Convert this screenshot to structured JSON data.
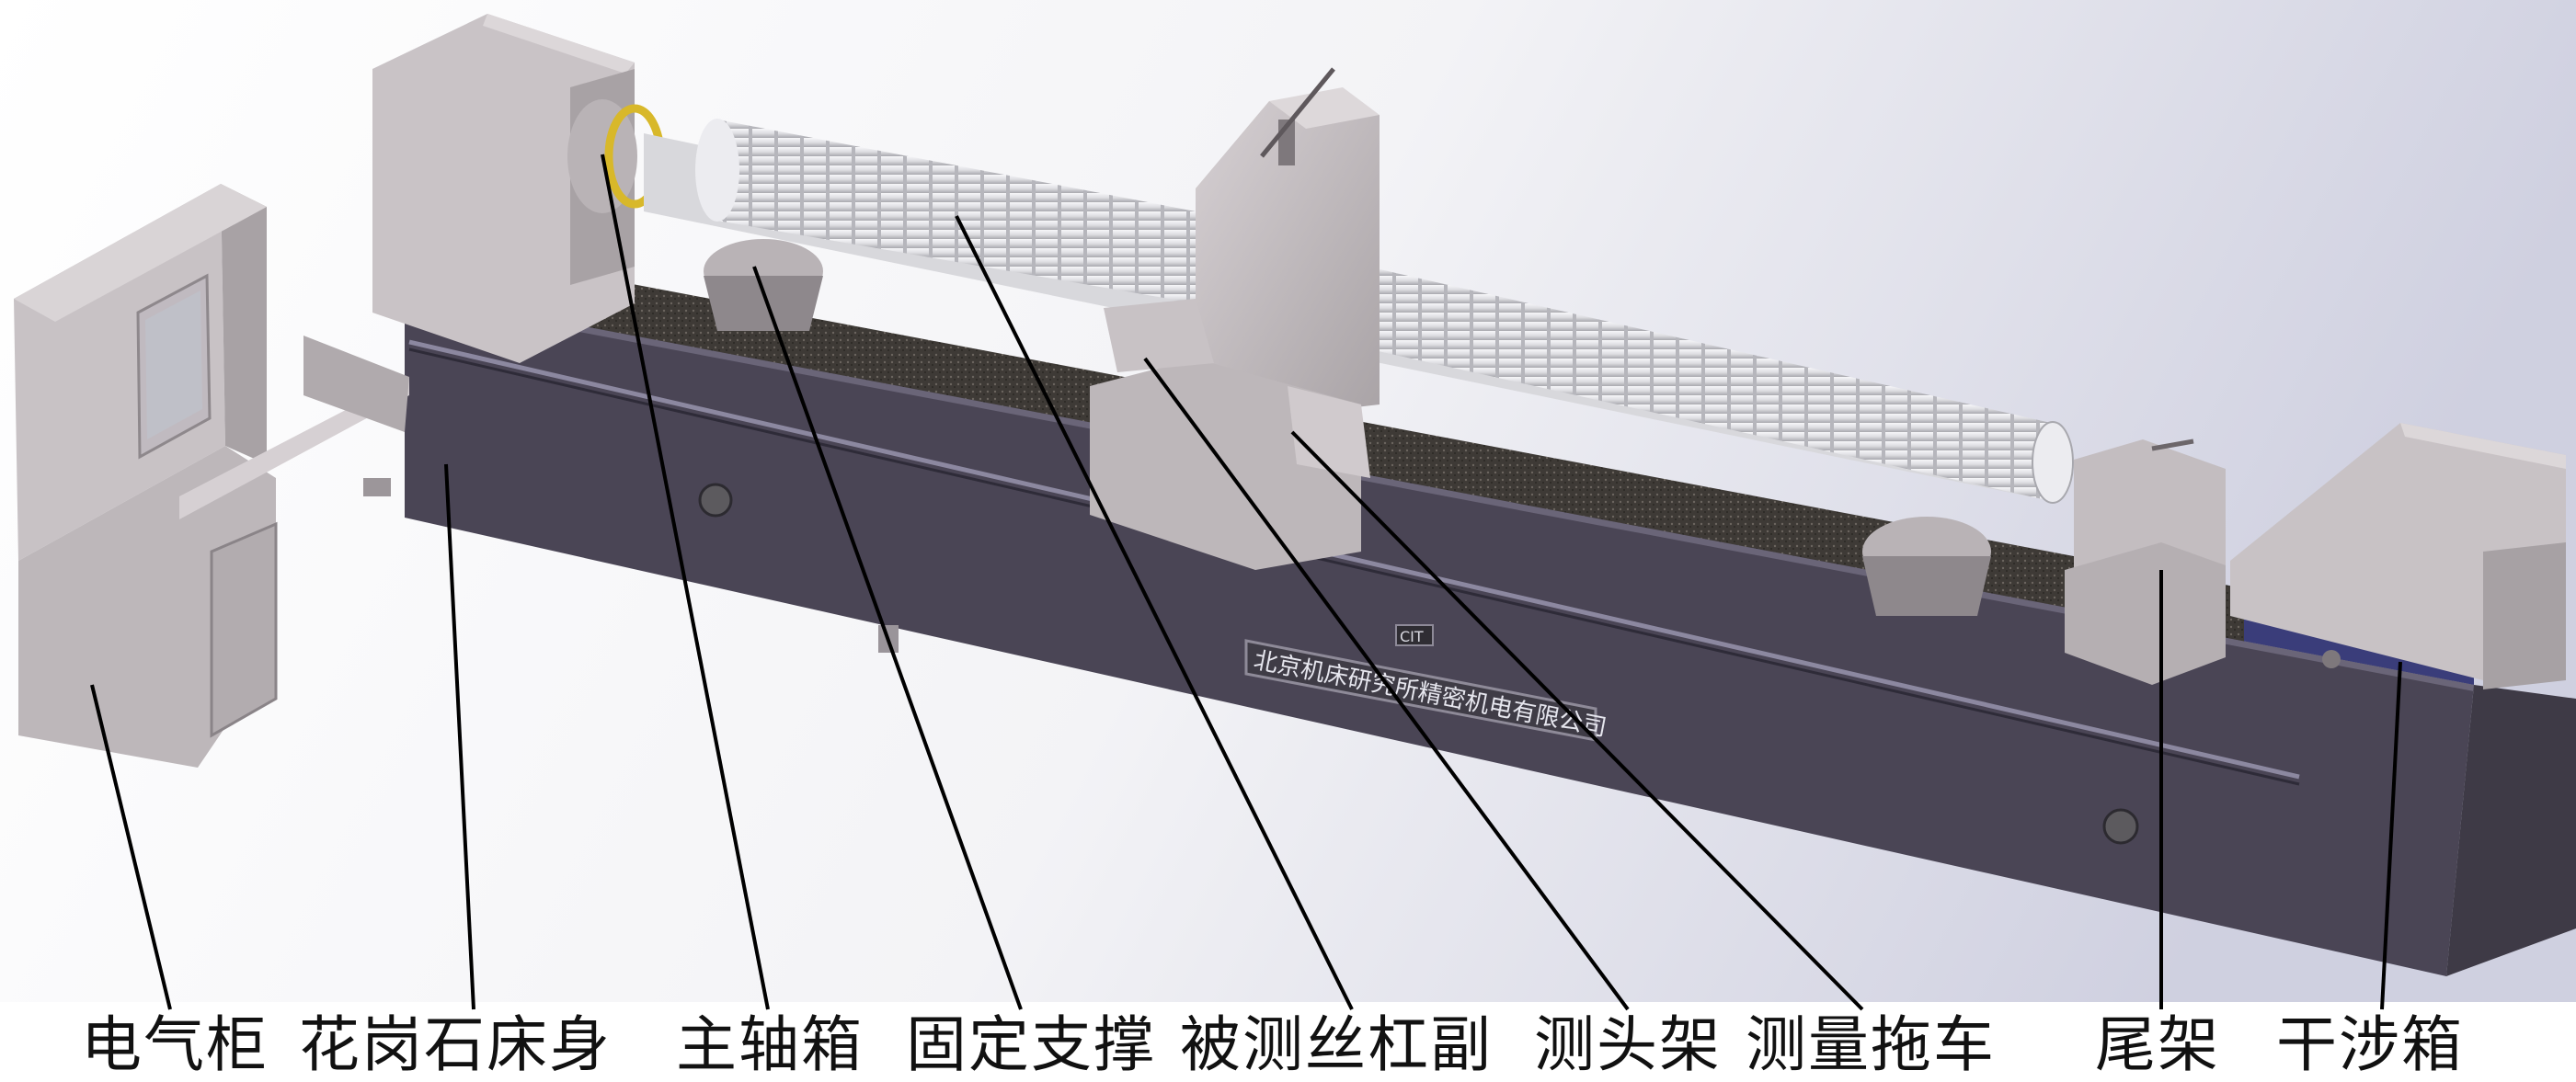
{
  "machine": {
    "nameplate_text": "北京机床研究所精密机电有限公司",
    "model_badge": "CIT"
  },
  "labels": [
    {
      "id": "electrical-cabinet",
      "text": "电气柜"
    },
    {
      "id": "granite-bed",
      "text": "花岗石床身"
    },
    {
      "id": "spindle-box",
      "text": "主轴箱"
    },
    {
      "id": "fixed-support",
      "text": "固定支撑"
    },
    {
      "id": "tested-screw-pair",
      "text": "被测丝杠副"
    },
    {
      "id": "probe-frame",
      "text": "测头架"
    },
    {
      "id": "measuring-carriage",
      "text": "测量拖车"
    },
    {
      "id": "tailstock",
      "text": "尾架"
    },
    {
      "id": "interferometer-box",
      "text": "干涉箱"
    }
  ],
  "colors": {
    "bed": "#4a4555",
    "bed_stripe": "#3c3f78",
    "metal": "#c9c3c6",
    "metal_dark": "#9f999c",
    "screw": "#e6e6e9",
    "accent_ring": "#d8b82a",
    "background_tint": "#dcdde8"
  }
}
